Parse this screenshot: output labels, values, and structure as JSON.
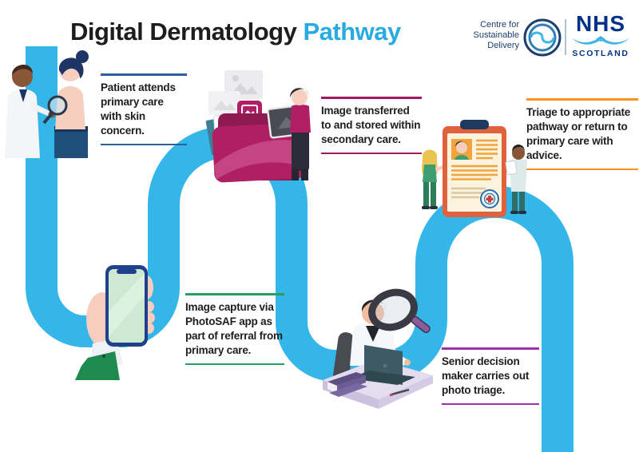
{
  "title": {
    "main": "Digital Dermatology",
    "accent": "Pathway"
  },
  "header_logos": {
    "csd": {
      "line1": "Centre for",
      "line2": "Sustainable",
      "line3": "Delivery"
    },
    "nhs": {
      "name": "NHS",
      "region": "SCOTLAND"
    }
  },
  "steps": [
    {
      "label": "Patient attends primary care with skin concern.",
      "accent": "#2c5f9b",
      "illustration": "doctor-examining-patient"
    },
    {
      "label": "Image capture via PhotoSAF app as part of referral from primary care.",
      "accent": "#27a05c",
      "illustration": "hand-holding-phone"
    },
    {
      "label": "Image transferred to and stored within secondary care.",
      "accent": "#a21a5e",
      "illustration": "folder-with-images"
    },
    {
      "label": "Senior decision maker carries out photo triage.",
      "accent": "#9c31ac",
      "illustration": "clinician-at-desk-with-magnifier"
    },
    {
      "label": "Triage to appropriate pathway or return to primary care with advice.",
      "accent": "#f7941d",
      "illustration": "clipboard-triage-review"
    }
  ],
  "colors": {
    "pathway_line": "#35b6e9",
    "title_accent": "#29abe2",
    "nhs_navy": "#003087",
    "nhs_light_blue": "#41b6e6",
    "body_text": "#1d1d1f"
  }
}
